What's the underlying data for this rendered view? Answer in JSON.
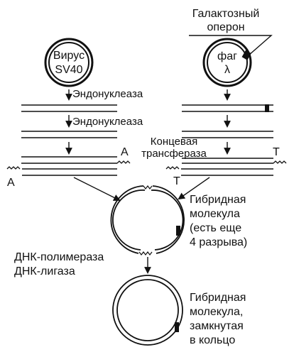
{
  "labels": {
    "galactose_operon_line1": "Галактозный",
    "galactose_operon_line2": "оперон",
    "virus_line1": "Вирус",
    "virus_line2": "SV40",
    "phage_line1": "фаг",
    "phage_line2": "λ",
    "endonuclease_1": "Эндонуклеаза",
    "endonuclease_2": "Эндонуклеаза",
    "terminal_transferase_line1": "Концевая",
    "terminal_transferase_line2": "трансфераза",
    "tail_a_right": "A",
    "tail_a_left": "A",
    "tail_t_right": "T",
    "tail_t_left": "T",
    "hybrid_open_line1": "Гибридная",
    "hybrid_open_line2": "молекула",
    "hybrid_open_line3": "(есть еще",
    "hybrid_open_line4": "4 разрыва)",
    "dna_polymerase": "ДНК-полимераза",
    "dna_ligase": "ДНК-лигаза",
    "hybrid_closed_line1": "Гибридная",
    "hybrid_closed_line2": "молекула,",
    "hybrid_closed_line3": "замкнутая",
    "hybrid_closed_line4": "в кольцо"
  },
  "colors": {
    "ink": "#111111",
    "background": "#ffffff"
  }
}
